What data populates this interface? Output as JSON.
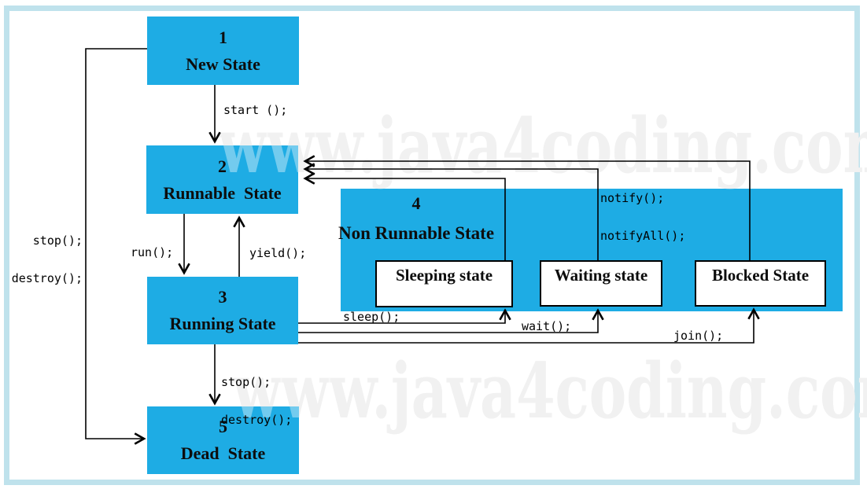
{
  "watermark": {
    "text": "www.java4coding.com"
  },
  "colors": {
    "state_fill": "#1eace4",
    "frame_border": "#bfe2ec",
    "substate_fill": "#ffffff",
    "line": "#000000",
    "text": "#0d0d0d"
  },
  "states": {
    "new": {
      "number": "1",
      "label": "New State"
    },
    "runnable": {
      "number": "2",
      "label": "Runnable  State"
    },
    "running": {
      "number": "3",
      "label": "Running State"
    },
    "non_runnable": {
      "number": "4",
      "label": "Non Runnable State"
    },
    "dead": {
      "number": "5",
      "label": "Dead  State"
    }
  },
  "substates": {
    "sleeping": {
      "label": "Sleeping state"
    },
    "waiting": {
      "label": "Waiting state"
    },
    "blocked": {
      "label": "Blocked State"
    }
  },
  "transitions": {
    "start": {
      "label": "start ();"
    },
    "run": {
      "label": "run();"
    },
    "yield": {
      "label": "yield();"
    },
    "stop_destroy_left": {
      "line1": "stop();",
      "line2": "destroy();"
    },
    "stop_destroy_down": {
      "line1": "stop();",
      "line2": "destroy();"
    },
    "sleep": {
      "label": "sleep();"
    },
    "wait": {
      "label": "wait();"
    },
    "join": {
      "label": "join();"
    },
    "notify": {
      "line1": "notify();",
      "line2": "notifyAll();"
    }
  }
}
